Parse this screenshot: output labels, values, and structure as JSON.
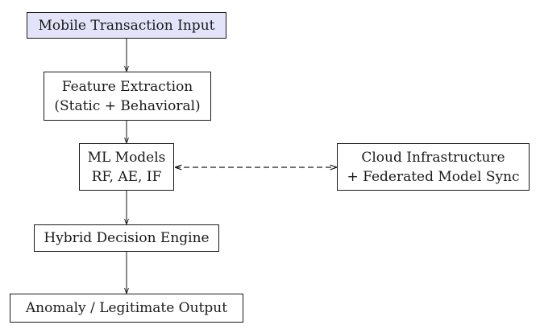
{
  "diagram": {
    "nodes": [
      {
        "id": "input",
        "lines": [
          "Mobile Transaction Input"
        ],
        "fill": "#e3e3fa"
      },
      {
        "id": "feature_extraction",
        "lines": [
          "Feature Extraction",
          "(Static + Behavioral)"
        ],
        "fill": "#ffffff"
      },
      {
        "id": "ml_models",
        "lines": [
          "ML Models",
          "RF, AE, IF"
        ],
        "fill": "#ffffff"
      },
      {
        "id": "cloud",
        "lines": [
          "Cloud Infrastructure",
          "+ Federated Model Sync"
        ],
        "fill": "#ffffff"
      },
      {
        "id": "hybrid",
        "lines": [
          "Hybrid Decision Engine"
        ],
        "fill": "#ffffff"
      },
      {
        "id": "output",
        "lines": [
          "Anomaly / Legitimate Output"
        ],
        "fill": "#ffffff"
      }
    ],
    "edges": [
      {
        "from": "input",
        "to": "feature_extraction",
        "style": "solid",
        "direction": "forward"
      },
      {
        "from": "feature_extraction",
        "to": "ml_models",
        "style": "solid",
        "direction": "forward"
      },
      {
        "from": "ml_models",
        "to": "hybrid",
        "style": "solid",
        "direction": "forward"
      },
      {
        "from": "hybrid",
        "to": "output",
        "style": "solid",
        "direction": "forward"
      },
      {
        "from": "ml_models",
        "to": "cloud",
        "style": "dashed",
        "direction": "both"
      }
    ]
  }
}
